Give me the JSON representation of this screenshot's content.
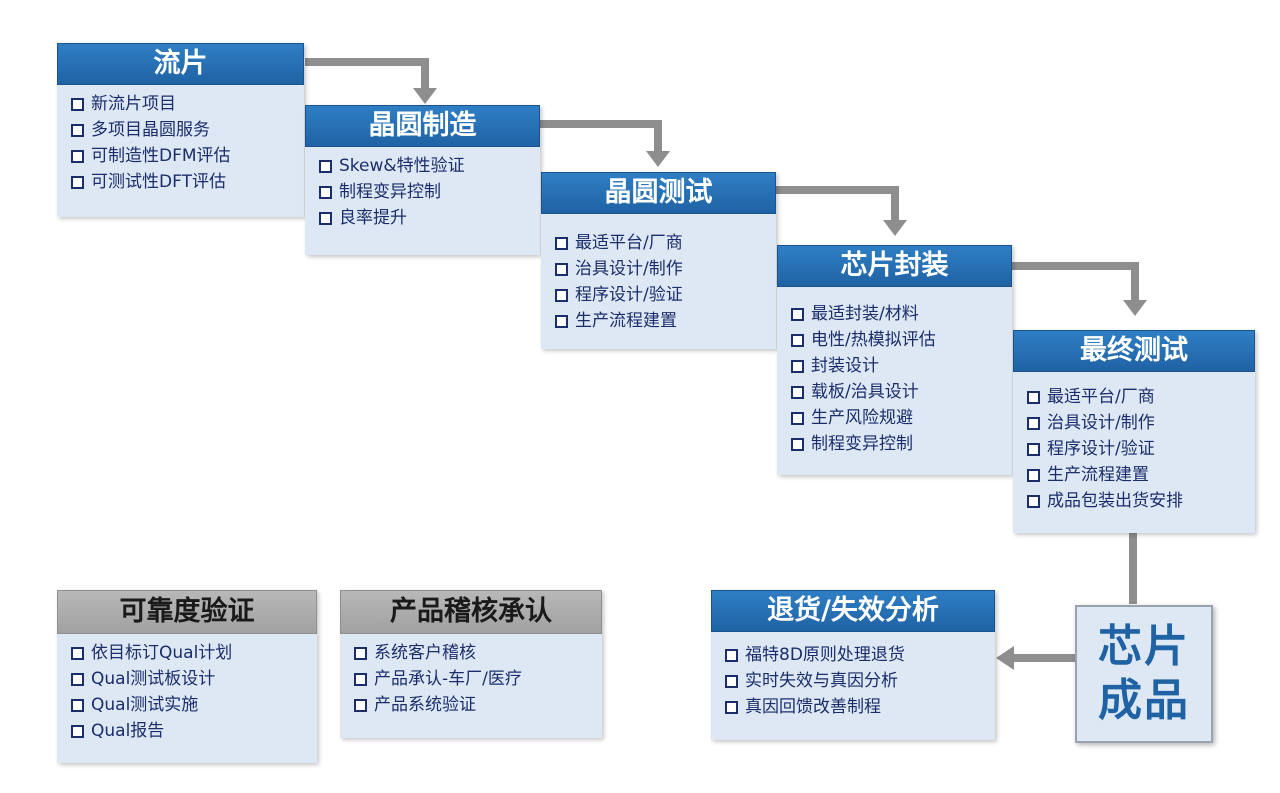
{
  "colors": {
    "header_blue": "#2470b5",
    "header_gray": "#a8a8a8",
    "box_bg": "#dde8f4",
    "arrow": "#8e8e8e",
    "item_text": "#1b2d6b"
  },
  "stages": [
    {
      "title": "流片",
      "items": [
        "新流片项目",
        "多项目晶圆服务",
        "可制造性DFM评估",
        "可测试性DFT评估"
      ]
    },
    {
      "title": "晶圆制造",
      "items": [
        "Skew&特性验证",
        "制程变异控制",
        "良率提升"
      ]
    },
    {
      "title": "晶圆测试",
      "items": [
        "最适平台/厂商",
        "治具设计/制作",
        "程序设计/验证",
        "生产流程建置"
      ]
    },
    {
      "title": "芯片封装",
      "items": [
        "最适封装/材料",
        "电性/热模拟评估",
        "封装设计",
        "载板/治具设计",
        "生产风险规避",
        "制程变异控制"
      ]
    },
    {
      "title": "最终测试",
      "items": [
        "最适平台/厂商",
        "治具设计/制作",
        "程序设计/验证",
        "生产流程建置",
        "成品包装出货安排"
      ]
    }
  ],
  "support": [
    {
      "title": "可靠度验证",
      "items": [
        "依目标订Qual计划",
        "Qual测试板设计",
        "Qual测试实施",
        "Qual报告"
      ]
    },
    {
      "title": "产品稽核承认",
      "items": [
        "系统客户稽核",
        "产品承认-车厂/医疗",
        "产品系统验证"
      ]
    }
  ],
  "returns": {
    "title": "退货/失效分析",
    "items": [
      "福特8D原则处理退货",
      "实时失效与真因分析",
      "真因回馈改善制程"
    ]
  },
  "final_product": {
    "line1": "芯片",
    "line2": "成品"
  }
}
